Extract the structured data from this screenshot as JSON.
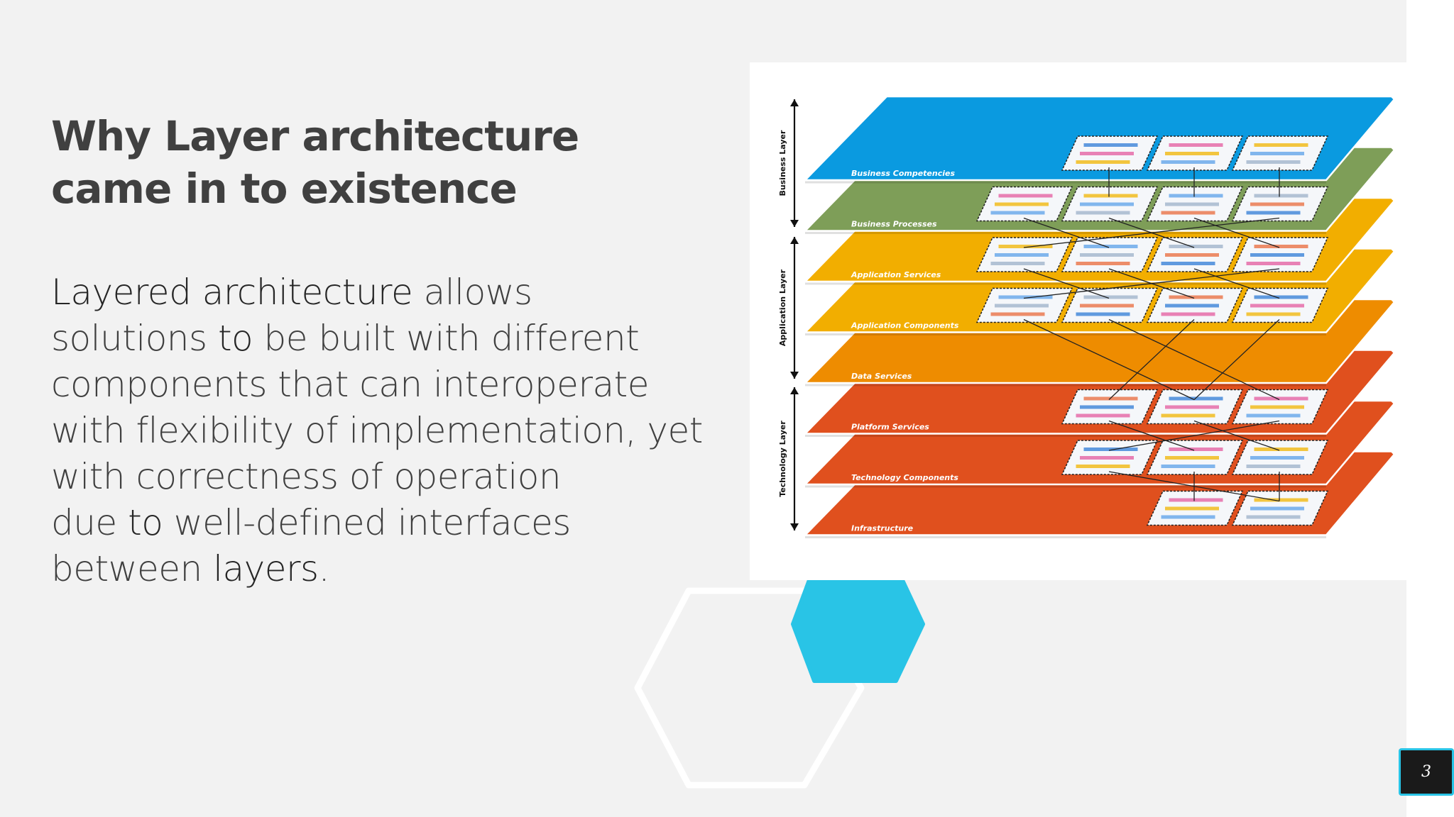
{
  "slide": {
    "title_lines": [
      "Why Layer architecture",
      "came in to existence"
    ],
    "body_lines": [
      [
        {
          "t": "Layered architecture",
          "em": true
        },
        {
          "t": " allows",
          "em": false
        }
      ],
      [
        {
          "t": "solutions ",
          "em": false
        },
        {
          "t": "to",
          "em": true
        },
        {
          "t": " be built with different",
          "em": false
        }
      ],
      [
        {
          "t": "components that can interoperate",
          "em": false
        }
      ],
      [
        {
          "t": "with flexibility of implementation, yet",
          "em": false
        }
      ],
      [
        {
          "t": "with correctness of operation",
          "em": false
        }
      ],
      [
        {
          "t": "due ",
          "em": false
        },
        {
          "t": "to",
          "em": true
        },
        {
          "t": " well-defined interfaces",
          "em": false
        }
      ],
      [
        {
          "t": "between ",
          "em": false
        },
        {
          "t": "layers",
          "em": true
        },
        {
          "t": ".",
          "em": false
        }
      ]
    ],
    "page_number": "3"
  },
  "diagram": {
    "layers": [
      {
        "label": "Business Competencies",
        "color": "#0a9ae0"
      },
      {
        "label": "Business Processes",
        "color": "#7e9e58"
      },
      {
        "label": "Application Services",
        "color": "#f2ae00"
      },
      {
        "label": "Application Components",
        "color": "#f2ae00"
      },
      {
        "label": "Data Services",
        "color": "#ee8c00"
      },
      {
        "label": "Platform Services",
        "color": "#e0501e"
      },
      {
        "label": "Technology Components",
        "color": "#e0501e"
      },
      {
        "label": "Infrastructure",
        "color": "#e0501e"
      }
    ],
    "group_labels": [
      "Business Layer",
      "Application Layer",
      "Technology Layer"
    ],
    "thumbnail_counts": [
      3,
      4,
      4,
      4,
      0,
      3,
      3,
      2
    ]
  },
  "colors": {
    "accent": "#29c4e6",
    "text": "#404040",
    "background": "#f2f2f2"
  }
}
